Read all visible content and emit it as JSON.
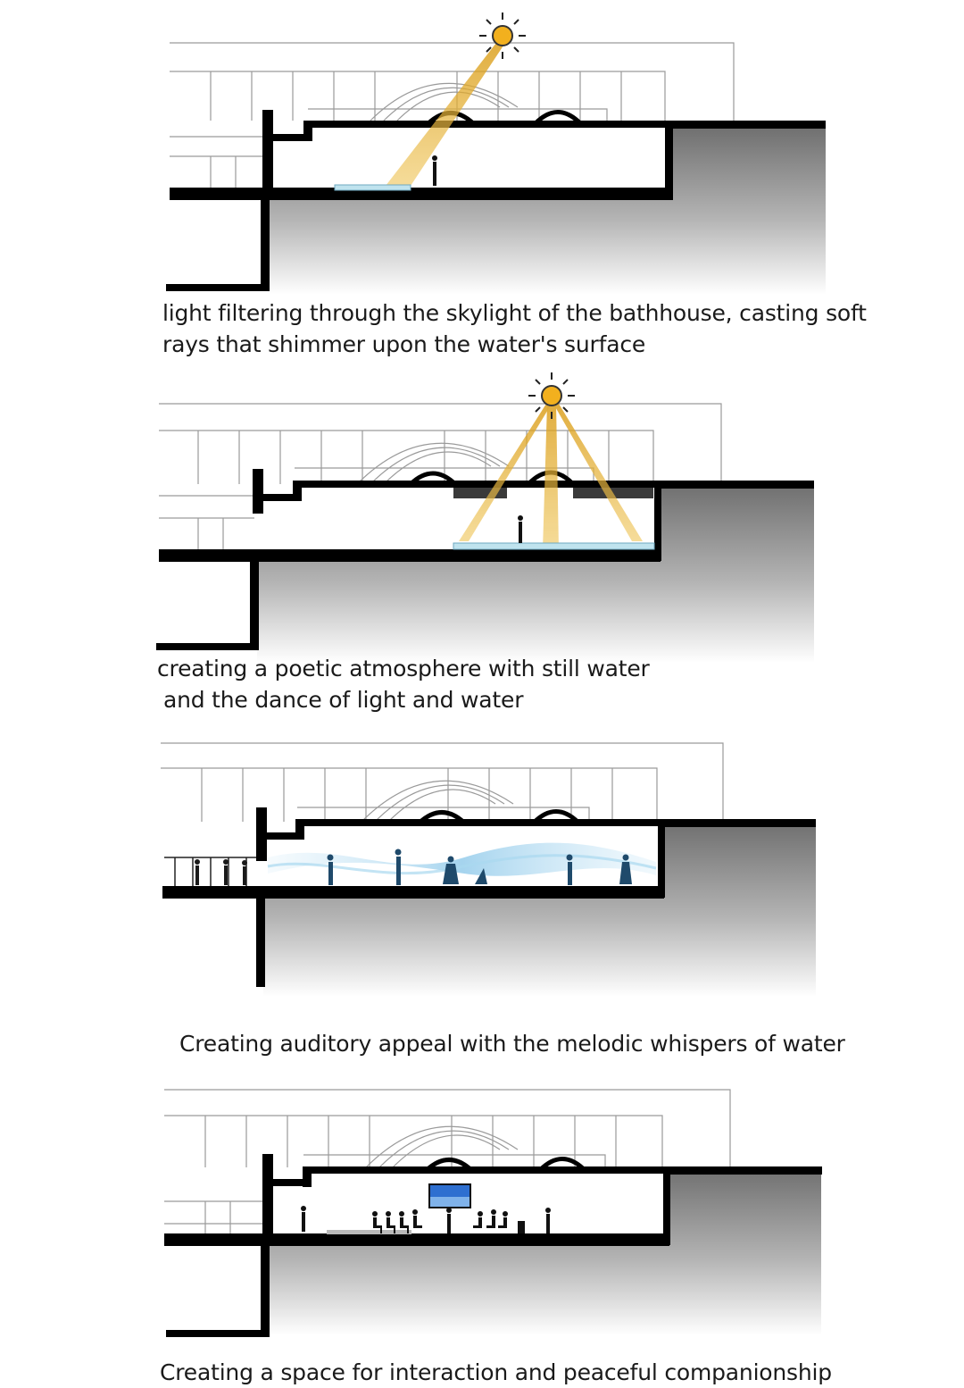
{
  "panels": [
    {
      "id": "light-skylight",
      "caption_lines": [
        "light filtering through the skylight of the bathhouse, casting soft",
        "rays that shimmer upon the water's surface"
      ]
    },
    {
      "id": "poetic-atmosphere",
      "caption_lines": [
        "creating a poetic atmosphere with still water",
        "and the dance of light and water"
      ]
    },
    {
      "id": "auditory-appeal",
      "caption_lines": [
        "Creating auditory appeal with the melodic whispers of water"
      ]
    },
    {
      "id": "interaction",
      "caption_lines": [
        "Creating a space for interaction and peaceful companionship"
      ]
    }
  ],
  "colors": {
    "structure": "#000000",
    "ground_top": "#6f6f6f",
    "ground_bottom": "#ffffff",
    "sunlight": "#e0a619",
    "water_flow": "#8ec9ea",
    "pool": "#bfe3ee",
    "figures": "#1f4a6b"
  },
  "icons": [
    "sun-icon",
    "person-icon",
    "screen-icon",
    "wave-icon"
  ]
}
